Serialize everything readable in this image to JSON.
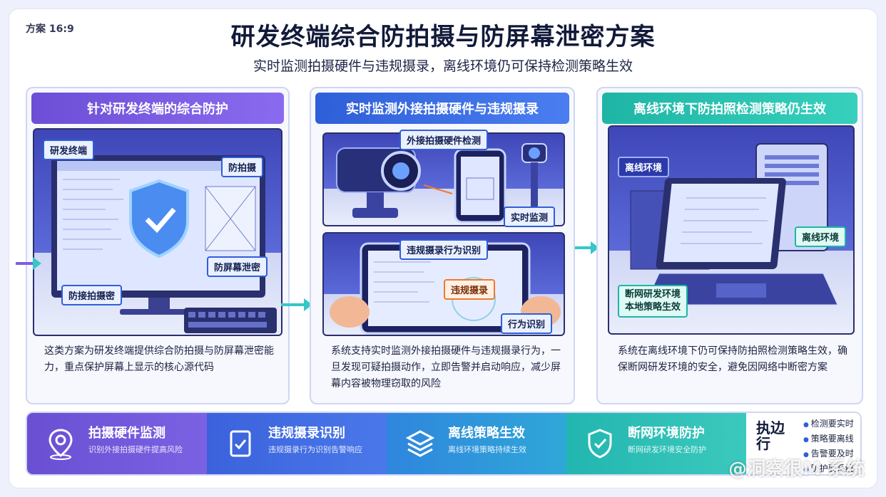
{
  "tag": "方案 16:9",
  "title": "研发终端综合防拍摄与防屏幕泄密方案",
  "subtitle": "实时监测拍摄硬件与违规摄录，离线环境仍可保持检测策略生效",
  "columns": [
    {
      "header": "针对研发终端的综合防护",
      "labels": [
        "研发终端",
        "防拍摄",
        "防屏幕泄密",
        "防接拍摄密"
      ],
      "description": "这类方案为研发终端提供综合防拍摄与防屏幕泄密能力，重点保护屏幕上显示的核心源代码"
    },
    {
      "header": "实时监测外接拍摄硬件与违规摄录",
      "labels": [
        "外接拍摄硬件检测",
        "实时监测",
        "违规摄录行为识别",
        "违规摄录",
        "行为识别"
      ],
      "description": "系统支持实时监测外接拍摄硬件与违规摄录行为，一旦发现可疑拍摄动作，立即告警并启动响应，减少屏幕内容被物理窃取的风险"
    },
    {
      "header": "离线环境下防拍照检测策略仍生效",
      "labels": [
        "离线环境",
        "离线环境",
        "断网研发环境\n本地策略生效"
      ],
      "description": "系统在离线环境下仍可保持防拍照检测策略生效，确保断网研发环境的安全，避免因网络中断密方案"
    }
  ],
  "features": [
    {
      "title": "拍摄硬件监测",
      "text": "识别外接拍摄硬件提高风险",
      "icon": "location-pin-icon"
    },
    {
      "title": "违规摄录识别",
      "text": "违规摄录行为识别告警响应",
      "icon": "document-check-icon"
    },
    {
      "title": "离线策略生效",
      "text": "离线环境策略持续生效",
      "icon": "layers-icon"
    },
    {
      "title": "断网环境防护",
      "text": "断网研发环境安全防护",
      "icon": "shield-check-icon"
    }
  ],
  "side_panel": {
    "title": "执边行",
    "items": [
      "检测要实时",
      "策略要离线",
      "告警要及时",
      "防护要系统"
    ]
  },
  "watermark": "@洞察很M 系统",
  "colors": {
    "purple": "#6c4fd6",
    "blue": "#2f5fd8",
    "teal": "#1fb5a6"
  }
}
